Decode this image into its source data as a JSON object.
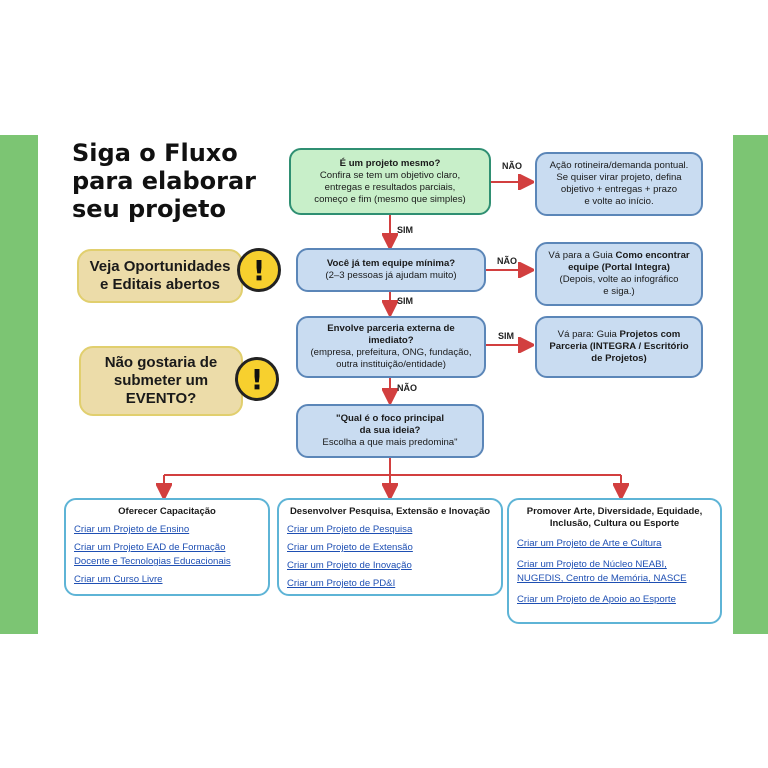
{
  "title": {
    "line1": "Siga o Fluxo",
    "line2": "para elaborar",
    "line3": "seu projeto"
  },
  "side_notes": {
    "opportunities": {
      "line1": "Veja Oportunidades",
      "line2": "e Editais abertos"
    },
    "event": {
      "line1": "Não gostaria de",
      "line2": "submeter um",
      "line3": "EVENTO?"
    },
    "icon": "!"
  },
  "flow": {
    "q1": {
      "title": "É um projeto mesmo?",
      "l1": "Confira se tem um objetivo claro,",
      "l2": "entregas e resultados parciais,",
      "l3": "começo e fim (mesmo que simples)"
    },
    "q1_no": {
      "l1": "Ação rotineira/demanda pontual.",
      "l2": "Se quiser virar projeto, defina",
      "l3": "objetivo + entregas + prazo",
      "l4": "e volte ao início."
    },
    "q2": {
      "title": "Você já tem equipe mínima?",
      "l1": "(2–3 pessoas já ajudam muito)"
    },
    "q2_no": {
      "pre": "Vá para a Guia ",
      "bold1": "Como encontrar",
      "bold2": "equipe (Portal Integra)",
      "l2": "(Depois, volte ao infográfico",
      "l3": "e siga.)"
    },
    "q3": {
      "title1": "Envolve parceria externa de",
      "title2": "imediato?",
      "l1": "(empresa, prefeitura, ONG, fundação,",
      "l2": "outra instituição/entidade)"
    },
    "q3_yes": {
      "pre": "Vá para: Guia ",
      "bold1": "Projetos com",
      "bold2": "Parceria (INTEGRA / Escritório",
      "bold3": "de Projetos)"
    },
    "q4": {
      "l1": "\"Qual é o foco principal",
      "l2": "da sua ideia?",
      "l3": "Escolha a que mais predomina\""
    },
    "labels": {
      "no1": "NÃO",
      "no2": "NÃO",
      "no3": "NÃO",
      "yes1": "SIM",
      "yes2": "SIM",
      "yes3": "SIM"
    }
  },
  "cards": [
    {
      "title": "Oferecer Capacitação",
      "links": [
        "Criar um Projeto de Ensino",
        "Criar um Projeto EAD de Formação",
        "Docente e Tecnologias Educacionais",
        "Criar um Curso Livre"
      ]
    },
    {
      "title": "Desenvolver Pesquisa, Extensão e Inovação",
      "links": [
        "Criar um Projeto de Pesquisa",
        "Criar um Projeto de Extensão",
        "Criar um Projeto de Inovação",
        "Criar um Projeto de PD&I"
      ]
    },
    {
      "title1": "Promover Arte, Diversidade, Equidade,",
      "title2": "Inclusão, Cultura ou Esporte",
      "links": [
        "Criar um Projeto de Arte e Cultura",
        "Criar um Projeto de Núcleo NEABI,",
        "NUGEDIS, Centro de Memória, NASCE",
        "Criar um Projeto de Apoio ao Esporte"
      ]
    }
  ]
}
